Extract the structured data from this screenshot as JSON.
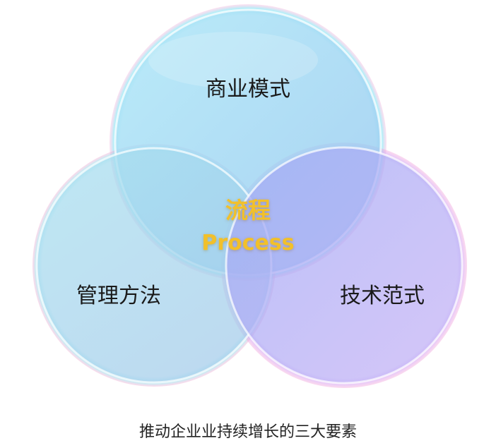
{
  "diagram": {
    "circles": {
      "top": {
        "label": "商业模式"
      },
      "left": {
        "label": "管理方法"
      },
      "right": {
        "label": "技术范式"
      }
    },
    "center": {
      "label_zh": "流程",
      "label_en": "Process"
    },
    "caption": "推动企业业持续增长的三大要素"
  }
}
